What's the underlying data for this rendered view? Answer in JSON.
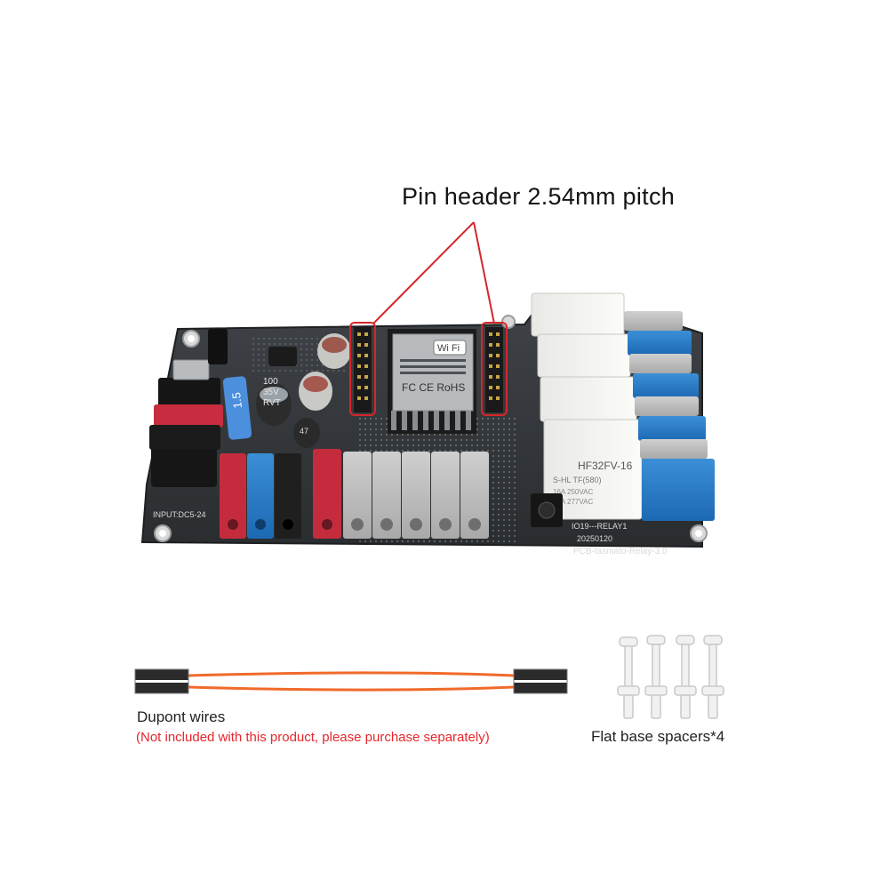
{
  "callout": {
    "label": "Pin header 2.54mm pitch",
    "marker_color": "#d6262b"
  },
  "board": {
    "name": "PCB-tasmato-Relay-3.0",
    "date": "20250120",
    "input_label": "INPUT:DC5-24",
    "relay_model": "HF32FV-16",
    "relay_sub": "S-HL TF(580)",
    "relay_rating_1": "16A 250VAC",
    "relay_rating_2": "16A 277VAC",
    "io_label": "IO19---RELAY1",
    "wifi_label": "Wi Fi",
    "module_certs": "FC CE RoHS",
    "cap_label_1": "100",
    "cap_label_2": "35V",
    "cap_label_3": "RVT",
    "cap_label_4": "47",
    "fuse_label": "1.5"
  },
  "accessories": {
    "dupont_title": "Dupont wires",
    "dupont_note": "(Not included with this product, please purchase separately)",
    "spacer_title": "Flat base spacers*4",
    "wire_color": "#f06a2a",
    "note_color": "#e8262b"
  }
}
